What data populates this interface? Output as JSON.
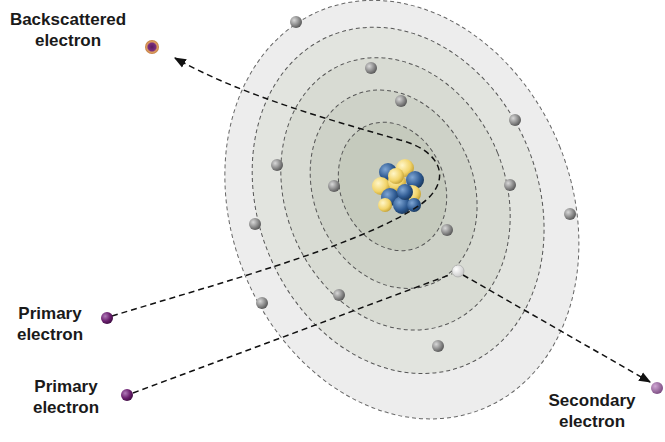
{
  "diagram": {
    "labels": [
      "Backscattered electron",
      "Primary electron",
      "Primary electron",
      "Secondary electron"
    ]
  }
}
